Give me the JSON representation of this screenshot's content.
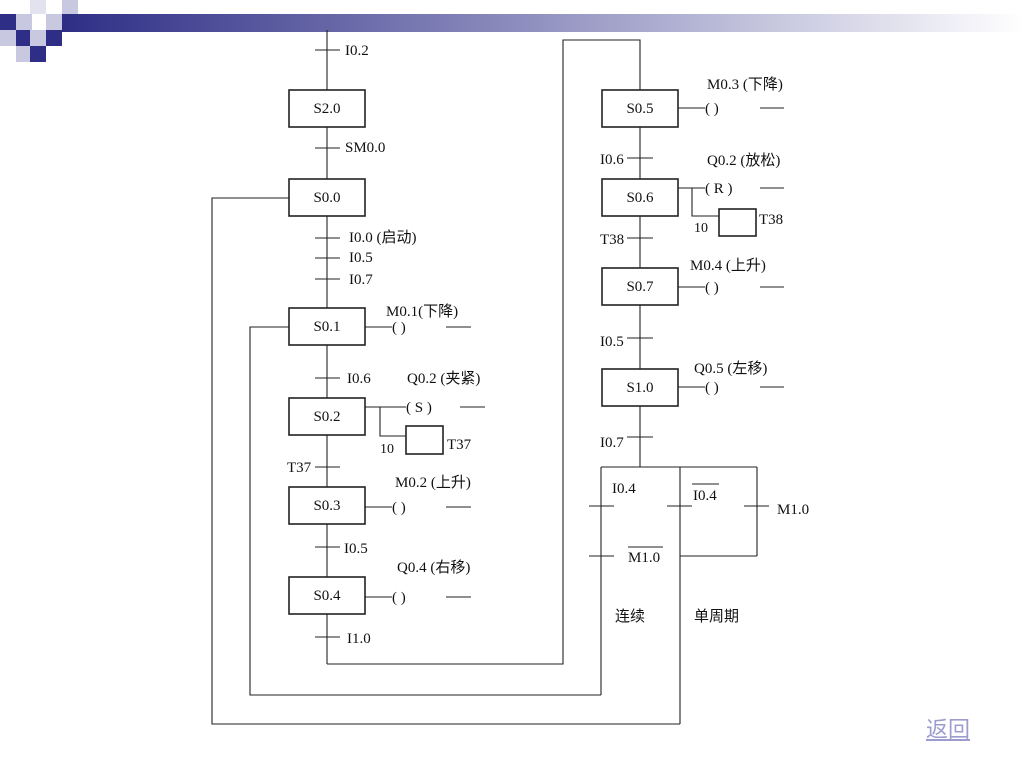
{
  "steps": {
    "s20": "S2.0",
    "s00": "S0.0",
    "s01": "S0.1",
    "s02": "S0.2",
    "s03": "S0.3",
    "s04": "S0.4",
    "s05": "S0.5",
    "s06": "S0.6",
    "s07": "S0.7",
    "s10": "S1.0"
  },
  "transitions": {
    "t_i02": "I0.2",
    "t_sm00": "SM0.0",
    "t_i00": "I0.0 (启动)",
    "t_i05a": "I0.5",
    "t_i07a": "I0.7",
    "t_i06a": "I0.6",
    "t_t37": "T37",
    "t_i05b": "I0.5",
    "t_i10": "I1.0",
    "t_i06b": "I0.6",
    "t_t38": "T38",
    "t_i05c": "I0.5",
    "t_i07b": "I0.7"
  },
  "actions": {
    "a_m01": "M0.1(下降)",
    "a_q02s": "Q0.2 (夹紧)",
    "a_m02": "M0.2 (上升)",
    "a_q04": "Q0.4 (右移)",
    "a_m03": "M0.3 (下降)",
    "a_q02r": "Q0.2 (放松)",
    "a_m04": "M0.4 (上升)",
    "a_q05": "Q0.5 (左移)"
  },
  "coils": {
    "c01": "(        )",
    "c02": "(   S    )",
    "c03": "(        )",
    "c04": "(        )",
    "c05": "(        )",
    "c06": "(   R    )",
    "c07": "(        )",
    "c10": "(        )"
  },
  "timers": {
    "t37": "T37",
    "t37_val": "10",
    "t38": "T38",
    "t38_val": "10"
  },
  "branch": {
    "i04": "I0.4",
    "i04_bar": "I0.4",
    "m10_bar": "M1.0",
    "m10": "M1.0",
    "continuous": "连续",
    "single_cycle": "单周期"
  },
  "back_link": "返回"
}
